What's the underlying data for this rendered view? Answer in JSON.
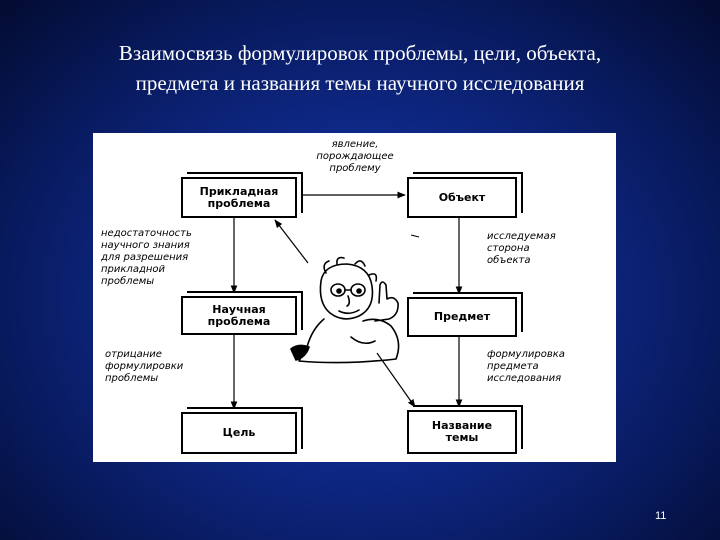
{
  "slide": {
    "title_line1": "Взаимосвязь формулировок проблемы, цели, объекта,",
    "title_line2": "предмета и названия темы научного исследования",
    "page_number": "11"
  },
  "diagram": {
    "boxes": {
      "applied_problem": "Прикладная\nпроблема",
      "object": "Объект",
      "scientific_problem": "Научная\nпроблема",
      "subject": "Предмет",
      "goal": "Цель",
      "topic_title": "Название\nтемы"
    },
    "notes": {
      "phenomenon": "явление,\nпорождающее\nпроблему",
      "insufficiency": "недостаточность\nнаучного знания\nдля разрешения\nприкладной\nпроблемы",
      "studied_side": "исследуемая\nсторона\nобъекта",
      "negation": "отрицание\nформулировки\nпроблемы",
      "formulation": "формулировка\nпредмета\nисследования"
    },
    "illustration": "thinking-man-illustration"
  }
}
